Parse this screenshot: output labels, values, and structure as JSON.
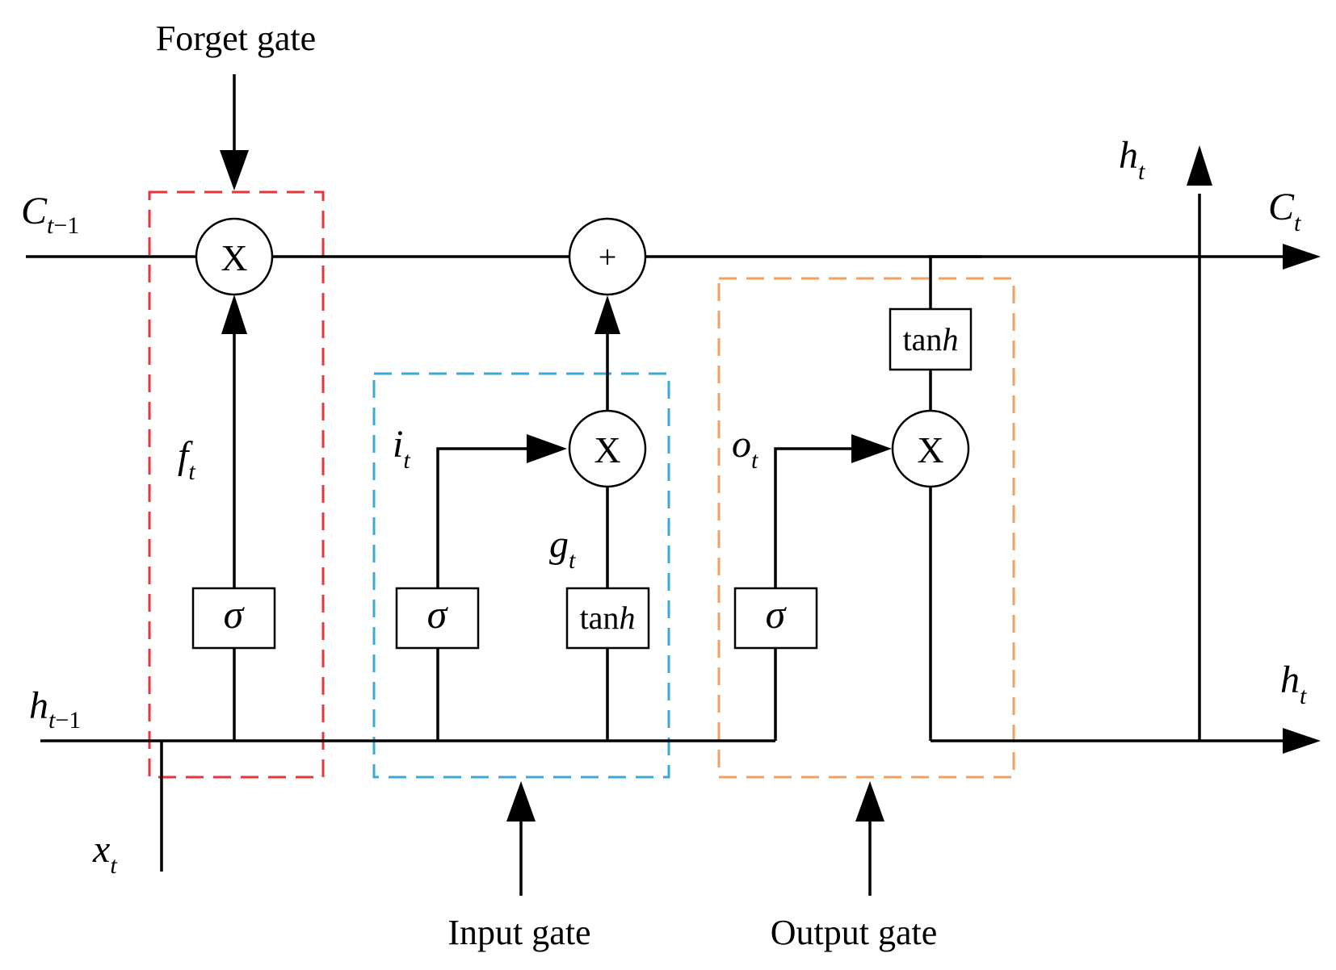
{
  "gates": {
    "forget": {
      "label": "Forget gate",
      "color": "#e8343a"
    },
    "input": {
      "label": "Input gate",
      "color": "#3aa9d4"
    },
    "output": {
      "label": "Output gate",
      "color": "#f0a060"
    }
  },
  "variables": {
    "c_prev": {
      "base": "C",
      "sub": "t",
      "sub_rest": "−1"
    },
    "c_t": {
      "base": "C",
      "sub": "t",
      "sub_rest": ""
    },
    "h_prev": {
      "base": "h",
      "sub": "t",
      "sub_rest": "−1"
    },
    "h_t_top": {
      "base": "h",
      "sub": "t",
      "sub_rest": ""
    },
    "h_t_right": {
      "base": "h",
      "sub": "t",
      "sub_rest": ""
    },
    "x_t": {
      "base": "x",
      "sub": "t",
      "sub_rest": ""
    },
    "f_t": {
      "base": "f",
      "sub": "t",
      "sub_rest": ""
    },
    "i_t": {
      "base": "i",
      "sub": "t",
      "sub_rest": ""
    },
    "g_t": {
      "base": "g",
      "sub": "t",
      "sub_rest": ""
    },
    "o_t": {
      "base": "o",
      "sub": "t",
      "sub_rest": ""
    }
  },
  "operators": {
    "multiply": "X",
    "add": "+",
    "sigmoid": "σ",
    "tanh_prefix": "tan",
    "tanh_suffix": "h"
  }
}
